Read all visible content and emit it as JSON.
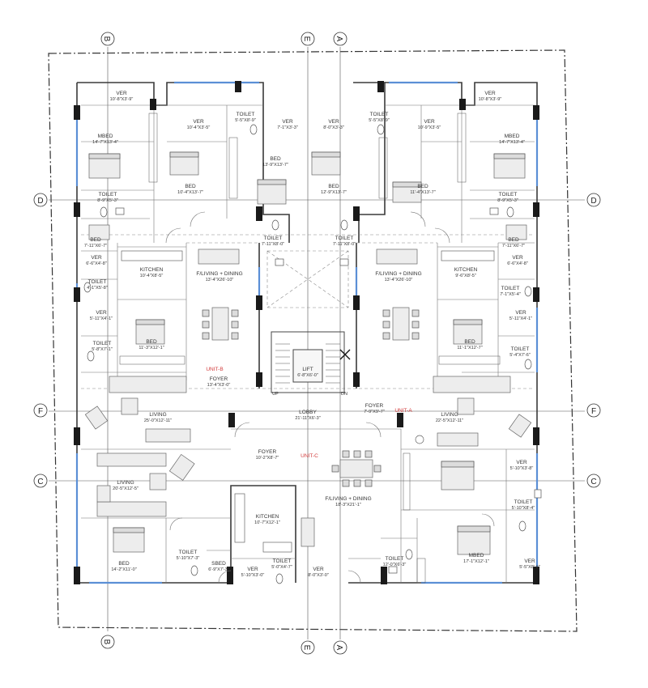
{
  "colors": {
    "wall": "#3a3a3a",
    "window": "#5b8fd6",
    "unit_label": "#d23c3c",
    "grid": "#555555"
  },
  "grid_bubbles": {
    "b": "B",
    "e": "E",
    "a": "A",
    "d": "D",
    "f": "F",
    "c": "C"
  },
  "units": {
    "a": "UNIT-A",
    "b": "UNIT-B",
    "c": "UNIT-C"
  },
  "rooms": [
    {
      "name": "VER",
      "dim": "10'-8\"X3'-9\""
    },
    {
      "name": "VER",
      "dim": "10'-4\"X3'-5\""
    },
    {
      "name": "TOILET",
      "dim": "5'-5\"X8'-9\""
    },
    {
      "name": "VER",
      "dim": "7'-1\"X3'-3\""
    },
    {
      "name": "VER",
      "dim": "8'-0\"X3'-3\""
    },
    {
      "name": "TOILET",
      "dim": "5'-5\"X8'-9\""
    },
    {
      "name": "VER",
      "dim": "10'-9\"X3'-5\""
    },
    {
      "name": "VER",
      "dim": "10'-8\"X3'-9\""
    },
    {
      "name": "MBED",
      "dim": "14'-7\"X13'-4\""
    },
    {
      "name": "BED",
      "dim": "10'-4\"X13'-7\""
    },
    {
      "name": "BED",
      "dim": "13'-9\"X13'-7\""
    },
    {
      "name": "BED",
      "dim": "12'-9\"X13'-7\""
    },
    {
      "name": "BED",
      "dim": "11'-4\"X13'-7\""
    },
    {
      "name": "MBED",
      "dim": "14'-7\"X13'-4\""
    },
    {
      "name": "TOILET",
      "dim": "8'-9\"X5'-3\""
    },
    {
      "name": "TOILET",
      "dim": "8'-9\"X5'-3\""
    },
    {
      "name": "TOILET",
      "dim": "7'-11\"X8'-0\""
    },
    {
      "name": "TOILET",
      "dim": "7'-11\"X8'-0\""
    },
    {
      "name": "BED",
      "dim": "7'-11\"X6'-7\""
    },
    {
      "name": "BED",
      "dim": "7'-11\"X6'-7\""
    },
    {
      "name": "VER",
      "dim": "6'-6\"X4'-8\""
    },
    {
      "name": "VER",
      "dim": "6'-6\"X4'-8\""
    },
    {
      "name": "KITCHEN",
      "dim": "10'-4\"X8'-5\""
    },
    {
      "name": "F/LIVING + DINING",
      "dim": "13'-4\"X26'-10\""
    },
    {
      "name": "F/LIVING + DINING",
      "dim": "13'-4\"X26'-10\""
    },
    {
      "name": "KITCHEN",
      "dim": "9'-6\"X8'-5\""
    },
    {
      "name": "TOILET",
      "dim": "4'-1\"X5'-8\""
    },
    {
      "name": "TOILET",
      "dim": "7'-1\"X5'-4\""
    },
    {
      "name": "VER",
      "dim": "5'-11\"X4'-1\""
    },
    {
      "name": "VER",
      "dim": "5'-11\"X4'-1\""
    },
    {
      "name": "BED",
      "dim": "11'-3\"X12'-1\""
    },
    {
      "name": "BED",
      "dim": "11'-1\"X12'-7\""
    },
    {
      "name": "TOILET",
      "dim": "5'-8\"X7'-1\""
    },
    {
      "name": "TOILET",
      "dim": "5'-4\"X7'-6\""
    },
    {
      "name": "LIFT",
      "dim": "6'-8\"X6'-0\""
    },
    {
      "name": "FOYER",
      "dim": "13'-4\"X3'-0\""
    },
    {
      "name": "FOYER",
      "dim": "7'-9\"X9'-7\""
    },
    {
      "name": "LIVING",
      "dim": "25'-0\"X12'-11\""
    },
    {
      "name": "LOBBY",
      "dim": "21'-11\"X6'-3\""
    },
    {
      "name": "LIVING",
      "dim": "22'-5\"X12'-11\""
    },
    {
      "name": "FOYER",
      "dim": "10'-2\"X8'-7\""
    },
    {
      "name": "LIVING",
      "dim": "20'-5\"X12'-5\""
    },
    {
      "name": "VER",
      "dim": "5'-10\"X3'-8\""
    },
    {
      "name": "KITCHEN",
      "dim": "10'-7\"X12'-1\""
    },
    {
      "name": "F/LIVING + DINING",
      "dim": "18'-3\"X21'-1\""
    },
    {
      "name": "TOILET",
      "dim": "5'-10\"X8'-4\""
    },
    {
      "name": "MBED",
      "dim": "17'-1\"X12'-1\""
    },
    {
      "name": "TOILET",
      "dim": "5'-10\"X7'-3\""
    },
    {
      "name": "BED",
      "dim": "14'-2\"X11'-0\""
    },
    {
      "name": "SBED",
      "dim": "6'-9\"X7'-3\""
    },
    {
      "name": "TOILET",
      "dim": "5'-0\"X4'-7\""
    },
    {
      "name": "VER",
      "dim": "5'-10\"X3'-0\""
    },
    {
      "name": "VER",
      "dim": "8'-0\"X3'-0\""
    },
    {
      "name": "TOILET",
      "dim": "12'-0\"X6'-3\""
    },
    {
      "name": "VER",
      "dim": "5'-5\"X8'-6\""
    }
  ],
  "stairs": {
    "up": "UP",
    "down": "DN"
  }
}
